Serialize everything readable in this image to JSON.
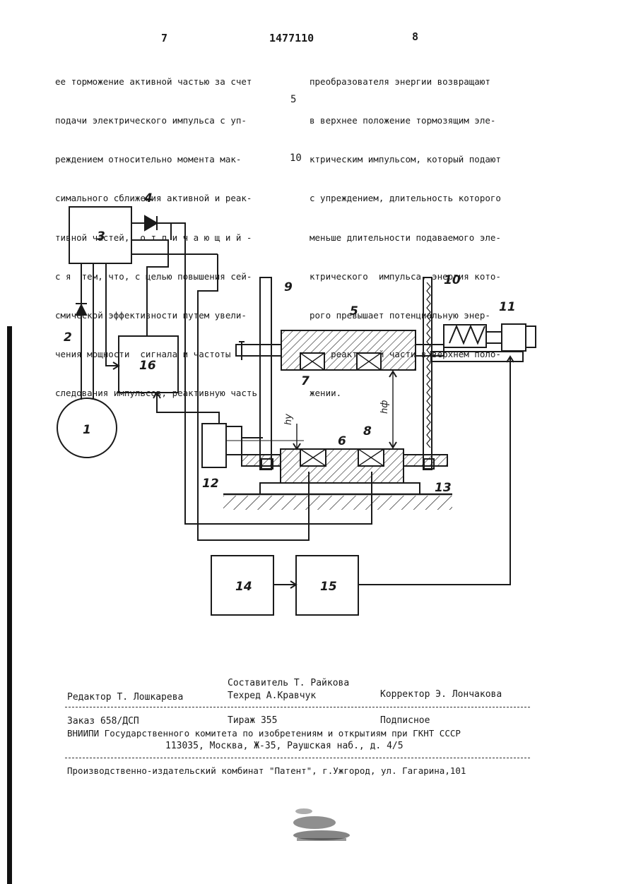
{
  "header": {
    "page_left": "7",
    "patent_number": "1477110",
    "page_right": "8",
    "line_marker_5": "5",
    "line_marker_10": "10"
  },
  "left_column": [
    "ее торможение активной частью за счет",
    "подачи электрического импульса с уп-",
    "реждением относительно момента мак-",
    "симального сближения активной и реак-",
    "тивной частей,  о т л и ч а ю щ и й -",
    "с я  тем, что, с целью повышения сей-",
    "смической эффективности путем увели-",
    "чения мощности  сигнала и частоты",
    "следования импульсов, реактивную часть"
  ],
  "right_column": [
    "преобразователя энергии возвращают",
    "в верхнее положение тормозящим эле-",
    "ктрическим импульсом, который подают",
    "с упреждением, длительность которого",
    "меньше длительности подаваемого эле-",
    "ктрического  импульса, энергия кото-",
    "рого превышает потенциальную энер-",
    "гию реактивной части в верхнем поло-",
    "жении."
  ],
  "figure": {
    "labels": {
      "n1": "1",
      "n2": "2",
      "n3": "3",
      "n4": "4",
      "n5": "5",
      "n6": "6",
      "n7": "7",
      "n8": "8",
      "n9": "9",
      "n10": "10",
      "n11": "11",
      "n12": "12",
      "n13": "13",
      "n14": "14",
      "n15": "15",
      "n16": "16",
      "hy": "hy",
      "hф": "hф"
    }
  },
  "imprint": {
    "compiler": "Составитель Т. Райкова",
    "editor": "Редактор Т. Лошкарева",
    "techred": "Техред А.Кравчук",
    "corrector": "Корректор Э. Лончакова",
    "order": "Заказ 658/ДСП",
    "circulation": "Тираж 355",
    "subscription": "Подписное",
    "vniipi": "ВНИИПИ Государственного комитета по изобретениям и открытиям при ГКНТ СССР",
    "address": "113035, Москва, Ж-35, Раушская наб., д. 4/5",
    "publisher": "Производственно-издательский комбинат \"Патент\", г.Ужгород, ул. Гагарина,101"
  }
}
